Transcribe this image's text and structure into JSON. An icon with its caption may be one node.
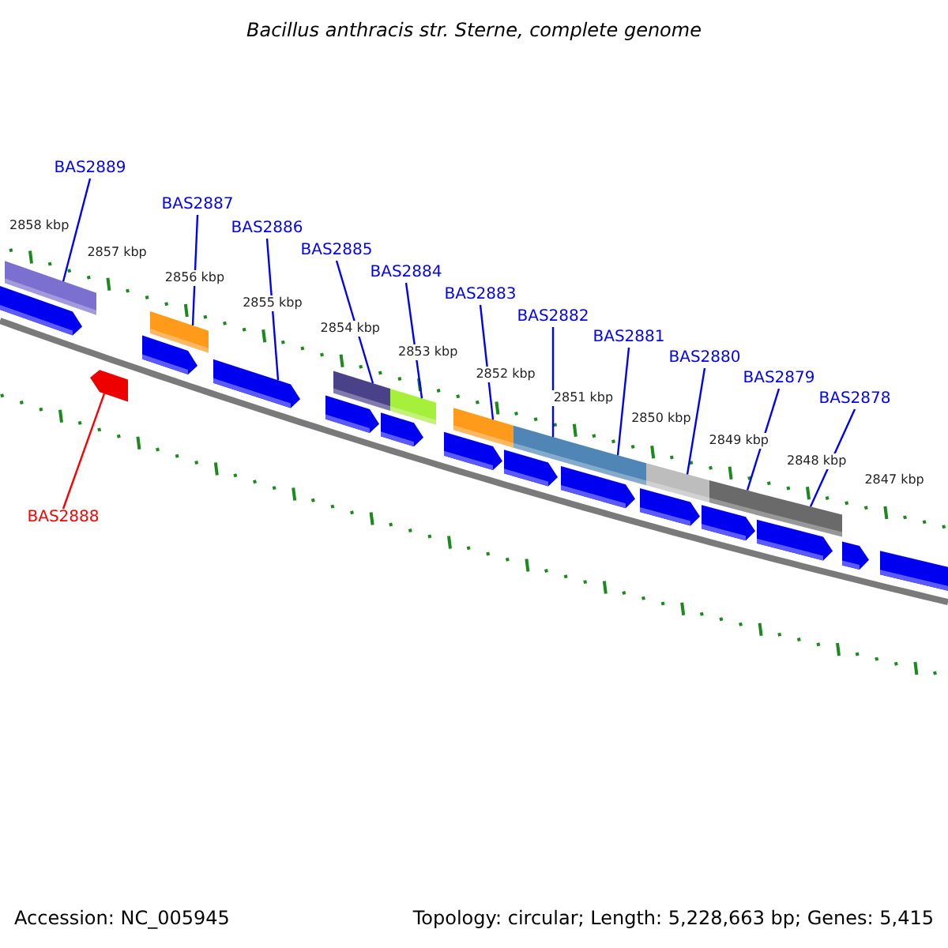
{
  "diagram": {
    "title": "Bacillus anthracis str. Sterne, complete genome",
    "nodes": [
      {
        "text": [
          "BAS2889"
        ]
      },
      {
        "text": [
          "BAS2887"
        ]
      },
      {
        "text": [
          "BAS2886"
        ]
      },
      {
        "text": [
          "BAS2885"
        ]
      },
      {
        "text": [
          "BAS2884"
        ]
      },
      {
        "text": [
          "BAS2883"
        ]
      },
      {
        "text": [
          "BAS2882"
        ]
      },
      {
        "text": [
          "BAS2881"
        ]
      },
      {
        "text": [
          "BAS2880"
        ]
      },
      {
        "text": [
          "BAS2879"
        ]
      },
      {
        "text": [
          "BAS2878"
        ]
      },
      {
        "text": [
          "BAS2888"
        ]
      },
      {
        "text": [],
        "shape": "bar"
      },
      {
        "text": [],
        "shape": "bar"
      },
      {
        "text": [],
        "shape": "bar"
      },
      {
        "text": [],
        "shape": "bar"
      },
      {
        "text": [],
        "shape": "bar"
      },
      {
        "text": [],
        "shape": "bar"
      },
      {
        "text": [],
        "shape": "bar"
      },
      {
        "text": [],
        "shape": "bar"
      },
      {
        "text": [],
        "shape": "bar"
      },
      {
        "text": [],
        "shape": "bar"
      },
      {
        "text": [],
        "shape": "pentagon"
      },
      {
        "text": [],
        "shape": "pentagon"
      },
      {
        "text": [],
        "shape": "pentagon"
      },
      {
        "text": [],
        "shape": "pentagon"
      },
      {
        "text": [],
        "shape": "pentagon"
      },
      {
        "text": [],
        "shape": "pentagon"
      },
      {
        "text": [],
        "shape": "pentagon"
      },
      {
        "text": [],
        "shape": "pentagon"
      },
      {
        "text": [],
        "shape": "pentagon"
      },
      {
        "text": [],
        "shape": "pentagon"
      },
      {
        "text": [],
        "shape": "pentagon"
      },
      {
        "text": [],
        "shape": "pentagon"
      },
      {
        "text": [],
        "shape": "pentagon"
      },
      {
        "text": [],
        "shape": "pentagon"
      }
    ],
    "edges": [
      {
        "from": 0,
        "to": 12,
        "arrow": "none"
      },
      {
        "from": 1,
        "to": 13,
        "arrow": "none"
      },
      {
        "from": 2,
        "to": 24,
        "arrow": "none"
      },
      {
        "from": 3,
        "to": 14,
        "arrow": "none"
      },
      {
        "from": 4,
        "to": 15,
        "arrow": "none"
      },
      {
        "from": 5,
        "to": 16,
        "arrow": "none"
      },
      {
        "from": 6,
        "to": 17,
        "arrow": "none"
      },
      {
        "from": 7,
        "to": 18,
        "arrow": "none"
      },
      {
        "from": 8,
        "to": 19,
        "arrow": "none"
      },
      {
        "from": 9,
        "to": 20,
        "arrow": "none"
      },
      {
        "from": 10,
        "to": 21,
        "arrow": "none"
      },
      {
        "from": 11,
        "to": 35,
        "arrow": "none",
        "color": "#ff0000"
      }
    ],
    "labels": [
      "2858 kbp",
      "2857 kbp",
      "2856 kbp",
      "2855 kbp",
      "2854 kbp",
      "2853 kbp",
      "2852 kbp",
      "2851 kbp",
      "2850 kbp",
      "2849 kbp",
      "2848 kbp",
      "2847 kbp",
      "Accession: NC_005945",
      "Topology: circular; Length: 5,228,663 bp; Genes: 5,415"
    ]
  }
}
